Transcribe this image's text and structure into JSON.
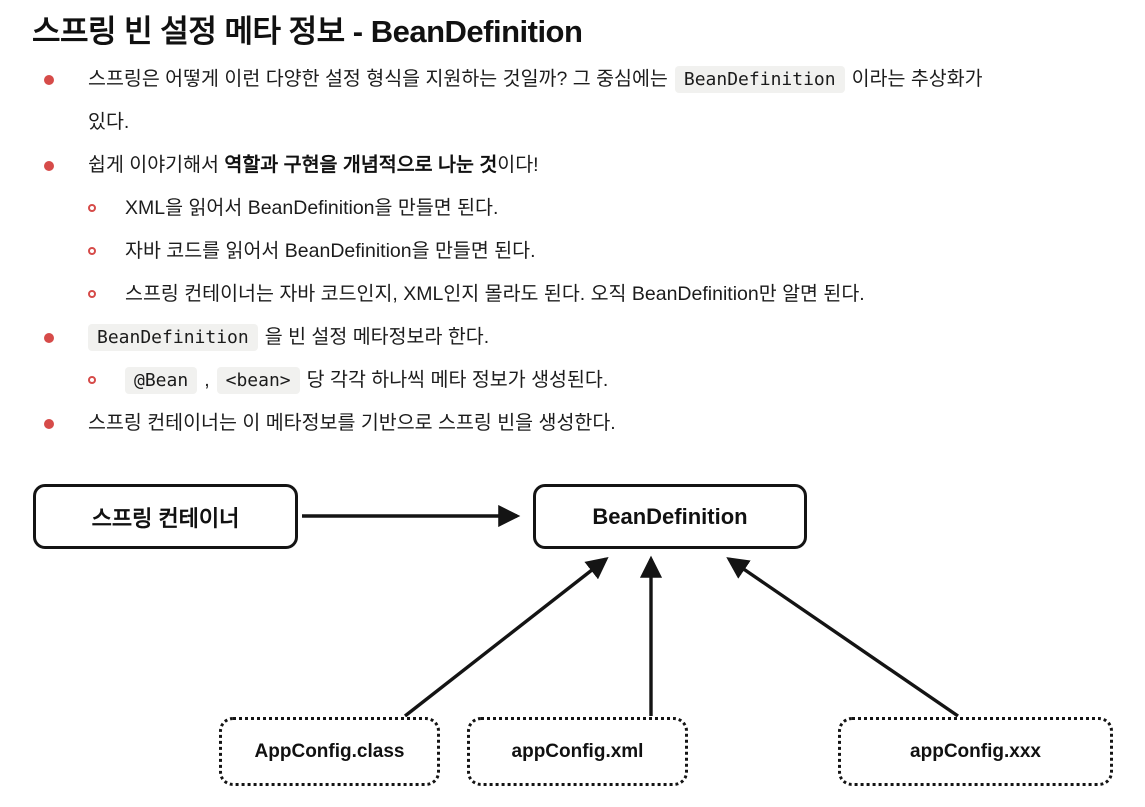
{
  "title": "스프링 빈 설정 메타 정보 - BeanDefinition",
  "colors": {
    "bullet_accent": "#d64b49",
    "code_background": "#f1f1ef",
    "text": "#1c1c1c",
    "diagram_border": "#141414"
  },
  "bullets": {
    "b1": {
      "t1": "스프링은 어떻게 이런 다양한 설정 형식을 지원하는 것일까? 그 중심에는",
      "code": "BeanDefinition",
      "t2": "이라는 추상화가",
      "t3": "있다."
    },
    "b2": {
      "t1": "쉽게 이야기해서 ",
      "bold": "역할과 구현을 개념적으로 나눈 것",
      "t2": "이다!"
    },
    "s1": "XML을 읽어서 BeanDefinition을 만들면 된다.",
    "s2": "자바 코드를 읽어서 BeanDefinition을 만들면 된다.",
    "s3": "스프링 컨테이너는 자바 코드인지, XML인지 몰라도 된다. 오직 BeanDefinition만 알면 된다.",
    "b3": {
      "code": "BeanDefinition",
      "t1": "을 빈 설정 메타정보라 한다."
    },
    "s4": {
      "code1": "@Bean",
      "t1": ",",
      "code2": "<bean>",
      "t2": "당 각각 하나씩 메타 정보가 생성된다."
    },
    "b4": "스프링 컨테이너는 이 메타정보를 기반으로 스프링 빈을 생성한다."
  },
  "diagram": {
    "spring_container": "스프링 컨테이너",
    "bean_definition": "BeanDefinition",
    "sources": {
      "class": "AppConfig.class",
      "xml": "appConfig.xml",
      "xxx": "appConfig.xxx"
    }
  }
}
